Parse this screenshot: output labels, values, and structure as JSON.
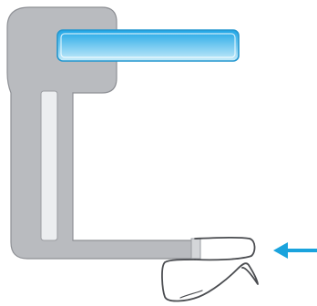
{
  "diagram": {
    "colors": {
      "frame_fill": "#b9bbbf",
      "frame_stroke": "#8e9095",
      "frame_inner": "#eceef0",
      "bar_top": "#1fa6e6",
      "bar_bottom": "#c7ecfa",
      "bar_border": "#2497cf",
      "arrow": "#1aa3dd",
      "outline_stroke": "#4a4c50"
    },
    "components": {
      "frame": "frame-silhouette",
      "bar": "horizontal-bar",
      "arrow": "left-pointing-arrow",
      "outline": "hand-drawn-clip-outline"
    }
  }
}
